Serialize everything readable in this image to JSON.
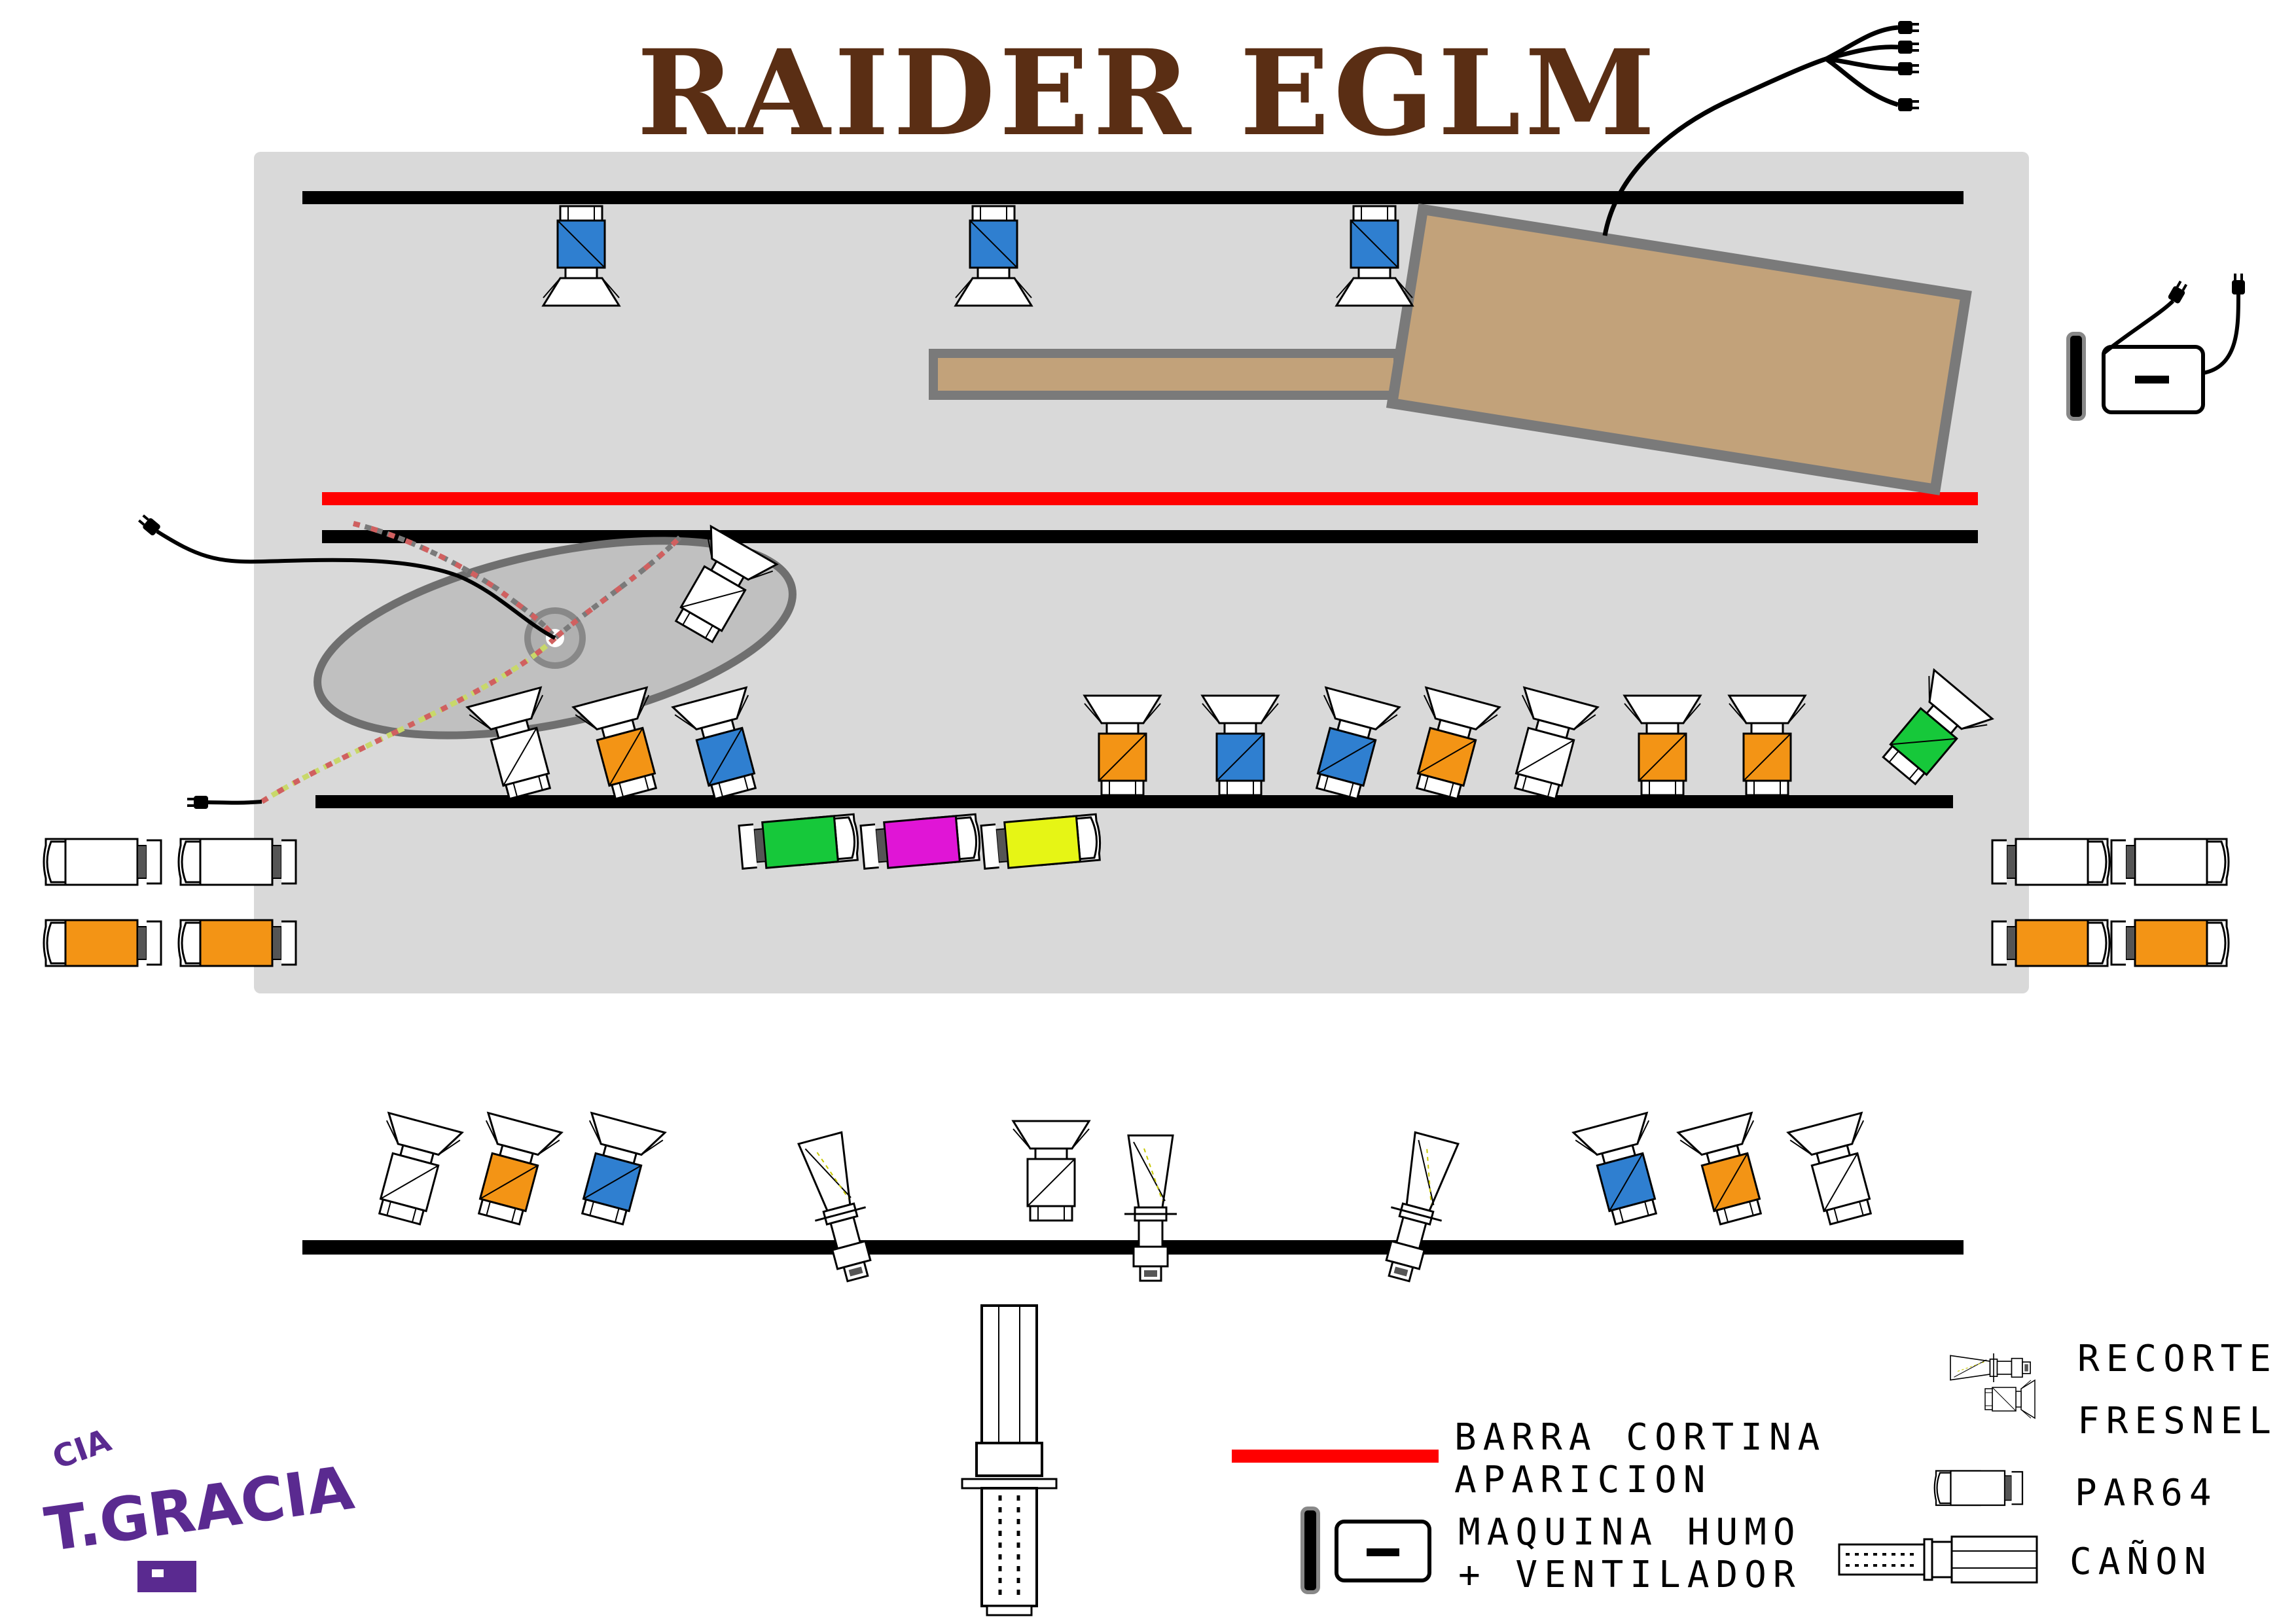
{
  "title": "RAIDER EGLM",
  "colors": {
    "stage": "#d9d9d9",
    "title": "#5a2e14",
    "curtain": "#ff0000",
    "platform": "#c2a27a",
    "platform_border": "#7a7a7a",
    "blue": "#2f7fd0",
    "orange": "#f39415",
    "green": "#16c83a",
    "magenta": "#e015d6",
    "yellow": "#e6f515",
    "white": "#ffffff",
    "logo": "#5a2a90"
  },
  "legend": {
    "curtain_label_1": "BARRA CORTINA",
    "curtain_label_2": "APARICION",
    "smoke_label_1": "MAQUINA HUMO",
    "smoke_label_2": "+ VENTILADOR",
    "recorte": "RECORTE",
    "fresnel": "FRESNEL",
    "par64": "PAR64",
    "canon": "CAÑON"
  },
  "logo": {
    "line1": "CIA",
    "line2": "T.GRACIA"
  },
  "icons": {
    "fresnel": "fresnel-icon",
    "par64": "par64-icon",
    "recorte": "recorte-icon",
    "canon": "canon-icon",
    "smoke": "smoke-machine-icon",
    "plug": "plug-icon"
  }
}
